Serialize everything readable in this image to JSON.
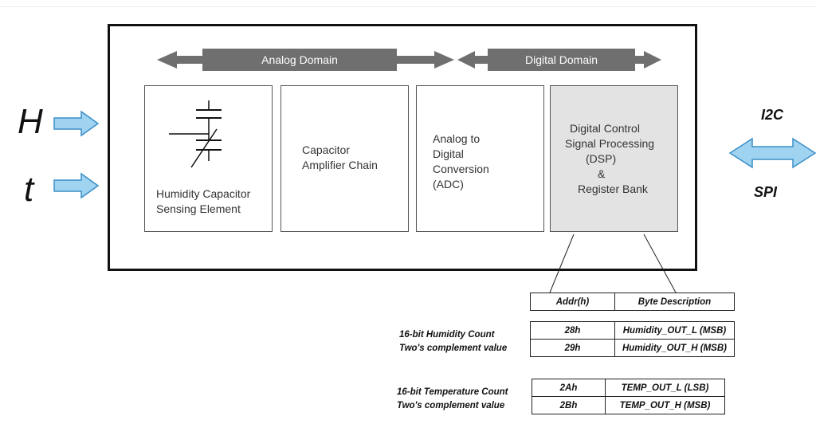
{
  "inputs": {
    "humidity": "H",
    "temperature": "t"
  },
  "protocols": {
    "i2c": "I2C",
    "spi": "SPI"
  },
  "domains": {
    "analog": "Analog Domain",
    "digital": "Digital Domain"
  },
  "blocks": {
    "sensing": [
      "Humidity Capacitor",
      "Sensing Element"
    ],
    "amplifier": [
      "Capacitor",
      "Amplifier Chain"
    ],
    "adc": [
      "Analog to",
      "Digital",
      "Conversion",
      "(ADC)"
    ],
    "dsp": [
      "Digital Control",
      "Signal Processing",
      "(DSP)",
      "&",
      "Register Bank"
    ]
  },
  "register_table": {
    "headers": [
      "Addr(h)",
      "Byte Description"
    ],
    "humidity_rows": [
      {
        "addr": "28h",
        "desc": "Humidity_OUT_L (MSB)"
      },
      {
        "addr": "29h",
        "desc": "Humidity_OUT_H (MSB)"
      }
    ],
    "temperature_rows": [
      {
        "addr": "2Ah",
        "desc": "TEMP_OUT_L (LSB)"
      },
      {
        "addr": "2Bh",
        "desc": "TEMP_OUT_H (MSB)"
      }
    ]
  },
  "notes": {
    "humidity": [
      "16-bit Humidity Count",
      "Two's complement value"
    ],
    "temperature": [
      "16-bit Temperature Count",
      "Two's complement value"
    ]
  },
  "colors": {
    "arrow_fill": "#9fd3ef",
    "arrow_stroke": "#3b8fc9",
    "domain_arrow": "#6f6f6f",
    "dsp_block": "#e3e3e3"
  }
}
